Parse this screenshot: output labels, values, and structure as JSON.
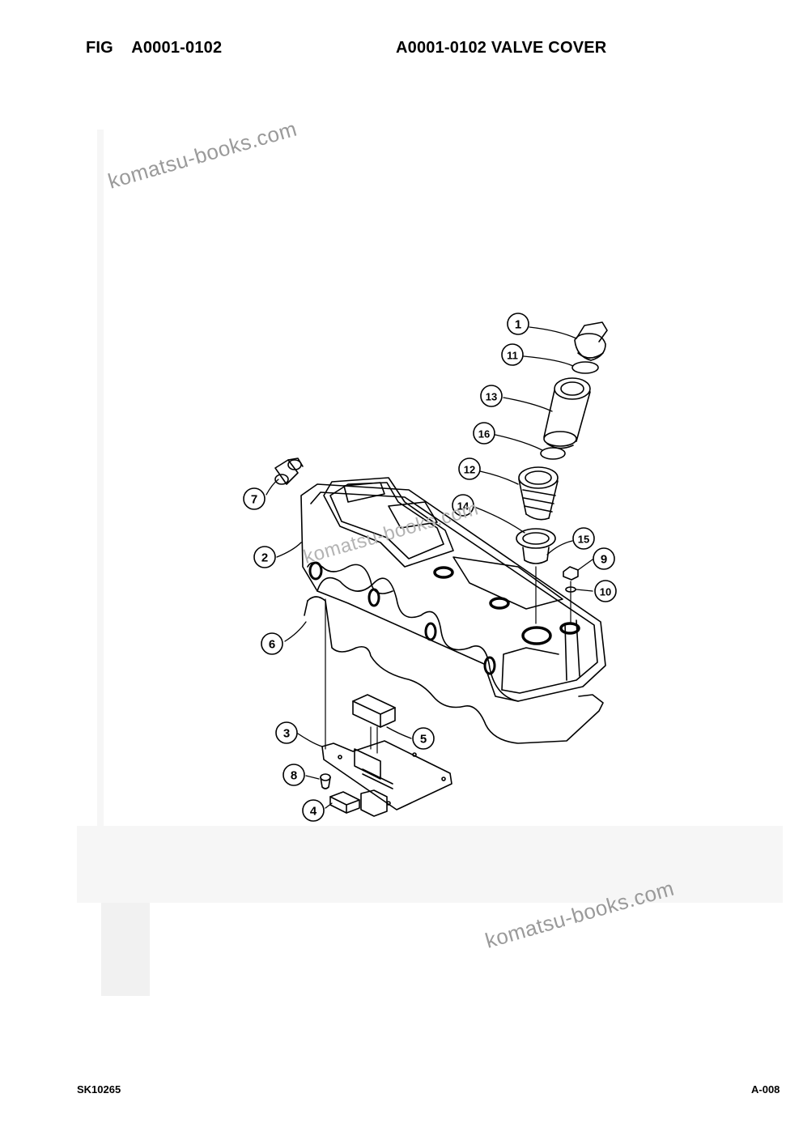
{
  "header": {
    "fig_label": "FIG    A0001-0102",
    "title": "A0001-0102 VALVE COVER"
  },
  "footer": {
    "doc_number": "SK10265",
    "page_number": "A-008"
  },
  "watermark": {
    "text": "komatsu-books.com"
  },
  "callouts": [
    "1",
    "2",
    "3",
    "4",
    "5",
    "6",
    "7",
    "8",
    "9",
    "10",
    "11",
    "12",
    "13",
    "14",
    "15",
    "16"
  ],
  "colors": {
    "line": "#000000",
    "watermark": "#9a9a9a",
    "background": "#ffffff"
  }
}
